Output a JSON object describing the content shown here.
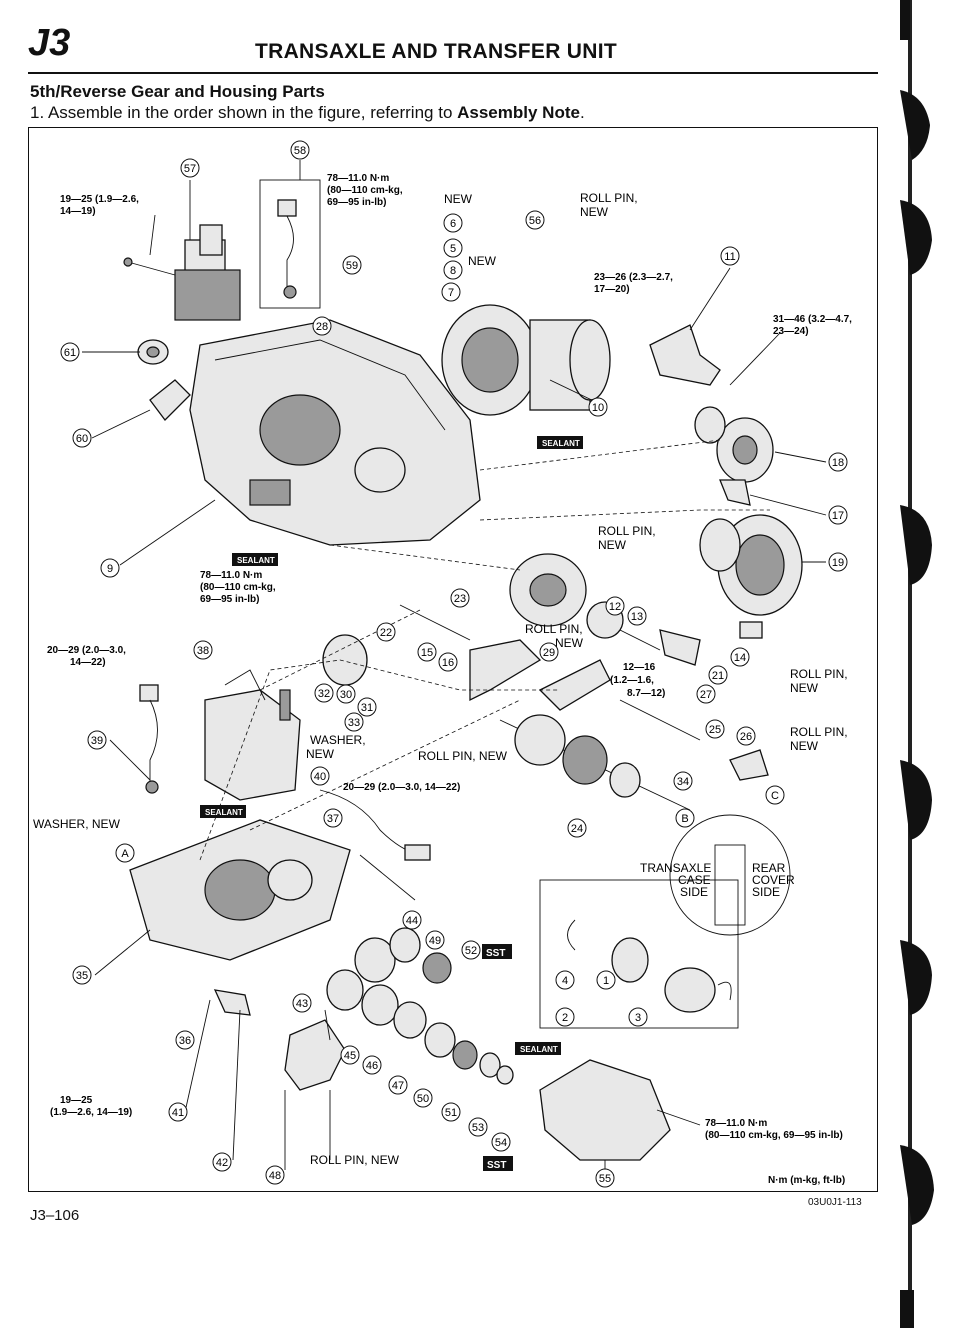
{
  "header": {
    "code": "J3",
    "title": "TRANSAXLE AND TRANSFER UNIT"
  },
  "section": {
    "title": "5th/Reverse Gear and Housing Parts",
    "step": "1. Assemble in the order shown in the figure, referring to ",
    "step_ref": "Assembly Note",
    "step_end": "."
  },
  "callouts": [
    "57",
    "58",
    "6",
    "56",
    "5",
    "8",
    "7",
    "59",
    "28",
    "11",
    "61",
    "60",
    "10",
    "18",
    "17",
    "9",
    "19",
    "23",
    "12",
    "13",
    "14",
    "22",
    "15",
    "16",
    "29",
    "21",
    "27",
    "38",
    "32",
    "30",
    "31",
    "33",
    "25",
    "26",
    "39",
    "40",
    "37",
    "34",
    "24",
    "B",
    "C",
    "A",
    "44",
    "49",
    "52",
    "35",
    "36",
    "43",
    "45",
    "46",
    "47",
    "50",
    "51",
    "53",
    "54",
    "41",
    "42",
    "48",
    "55",
    "1",
    "2",
    "3",
    "4"
  ],
  "labels": {
    "t_58": [
      "78—11.0 N·m",
      "(80—110 cm-kg,",
      "69—95 in-lb)"
    ],
    "t_57": [
      "19—25 (1.9—2.6,",
      "14—19)"
    ],
    "new_top": "NEW",
    "new_mid": "NEW",
    "roll_pin_top": [
      "ROLL PIN,",
      "NEW"
    ],
    "t_23_26": [
      "23—26 (2.3—2.7,",
      "17—20)"
    ],
    "t_31_46": [
      "31—46 (3.2—4.7,",
      "23—24)"
    ],
    "roll_pin_mid": [
      "ROLL PIN,",
      "NEW"
    ],
    "t_9": [
      "78—11.0 N·m",
      "(80—110 cm-kg,",
      "69—95 in-lb)"
    ],
    "roll_pin_23": [
      "ROLL PIN,",
      "NEW"
    ],
    "t_20_29_a": [
      "20—29 (2.0—3.0,",
      "14—22)"
    ],
    "t_12_16": [
      "12—16",
      "(1.2—1.6,",
      "8.7—12)"
    ],
    "roll_pin_right1": [
      "ROLL PIN,",
      "NEW"
    ],
    "roll_pin_right2": [
      "ROLL PIN,",
      "NEW"
    ],
    "washer_new": [
      "WASHER,",
      "NEW"
    ],
    "roll_pin_new_center": "ROLL PIN, NEW",
    "t_20_29_b": "20—29 (2.0—3.0, 14—22)",
    "washer_new_left": "WASHER, NEW",
    "inset_transaxle": [
      "TRANSAXLE",
      "CASE",
      "SIDE"
    ],
    "inset_rear": [
      "REAR",
      "COVER",
      "SIDE"
    ],
    "t_19_25_b": [
      "19—25",
      "(1.9—2.6, 14—19)"
    ],
    "t_55": [
      "78—11.0 N·m",
      "(80—110 cm-kg, 69—95 in-lb)"
    ],
    "roll_pin_bottom": "ROLL PIN, NEW",
    "unit_note": "N·m (m-kg, ft-lb)",
    "sealant": "SEALANT",
    "sst": "SST"
  },
  "footer": {
    "page": "J3–106",
    "code": "03U0J1-113"
  }
}
